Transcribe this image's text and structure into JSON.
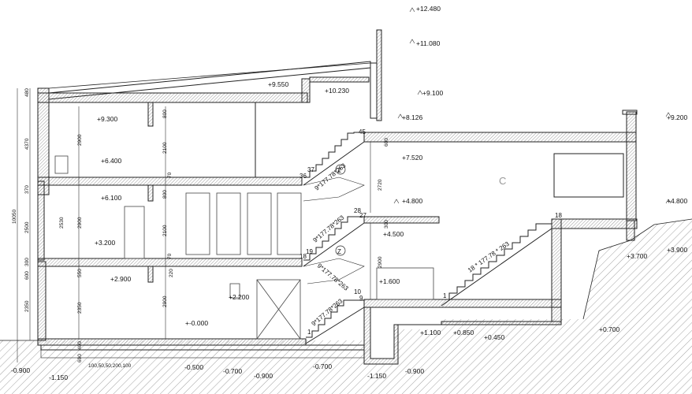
{
  "levels": {
    "l12480": "+12.480",
    "l11080": "+11.080",
    "l10230": "+10.230",
    "l9550": "+9.550",
    "l9300": "+9.300",
    "l9100": "+9.100",
    "l9200": "+9.200",
    "l8126": "+8.126",
    "l7520": "+7.520",
    "l6400": "+6.400",
    "l6100": "+6.100",
    "l4800a": "+4.800",
    "l4800b": "+4.800",
    "l4500": "+4.500",
    "l3900": "+3.900",
    "l3700": "+3.700",
    "l3200": "+3.200",
    "l2900": "+2.900",
    "l2200": "+2.200",
    "l1600": "+1.600",
    "l1100": "+1.100",
    "l0850": "+0.850",
    "l0700p": "+0.700",
    "l0450": "+0.450",
    "l0000": "+-0.000",
    "lm0500": "-0.500",
    "lm0700a": "-0.700",
    "lm0700b": "-0.700",
    "lm0900a": "-0.900",
    "lm0900b": "-0.900",
    "lm0900c": "-0.900",
    "lm1150a": "-1.150",
    "lm1150b": "-1.150"
  },
  "dims": {
    "d480": "480",
    "d4370": "4370",
    "d10050": "10050",
    "d370": "370",
    "d2500": "2500",
    "d300": "300",
    "d600": "600",
    "d2350": "2350",
    "d800a": "800",
    "d2900a": "2900",
    "d2100a": "2100",
    "d70a": "70",
    "d800b": "800",
    "d2900b": "2900",
    "d2530": "2530",
    "d2100b": "2100",
    "d70b": "70",
    "d550": "550",
    "d220": "220",
    "d2350b": "2350",
    "d2900c": "2900",
    "d400": "400",
    "d600b": "600",
    "d690": "690",
    "d2720": "2720",
    "d600c": "600",
    "d300b": "300",
    "d2900d": "2900",
    "foundation": "100,50,50,200,100"
  },
  "stairs": {
    "s1": "9*177.78*263",
    "s2": "9*177.78*263",
    "s3": "9*177.78*263",
    "s4": "9*177.78*263",
    "s5": "18 * 177.78 * 263",
    "n45": "45",
    "n37": "37",
    "n36": "36",
    "n28": "28",
    "n27": "27",
    "n19": "19",
    "n18a": "18",
    "n18b": "18",
    "n10": "10",
    "n9": "9",
    "n1a": "1",
    "n1b": "1",
    "z1": "Z",
    "z2": "Z"
  },
  "room_label": "C"
}
